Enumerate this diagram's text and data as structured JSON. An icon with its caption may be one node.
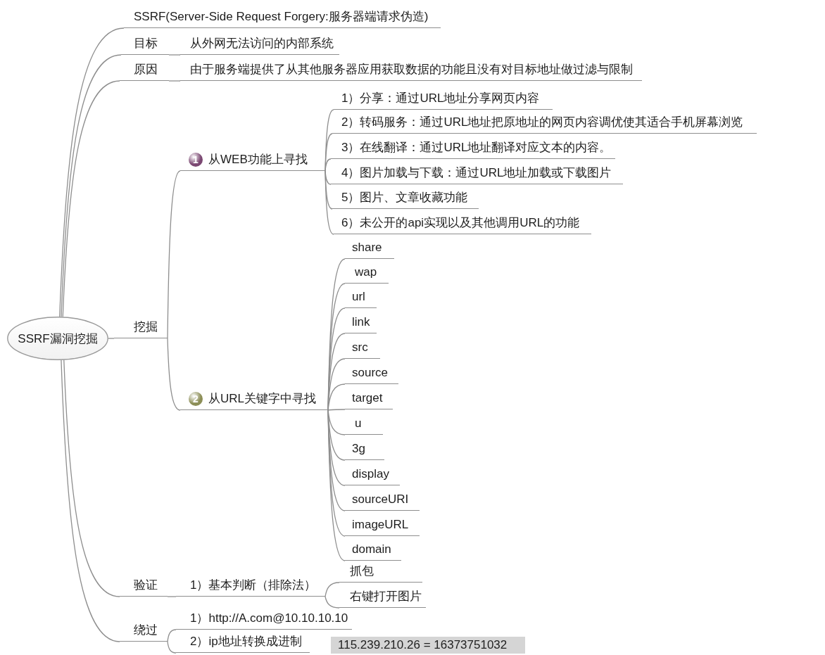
{
  "diagram": {
    "nodes": [
      {
        "text": [
          "SSRF漏洞挖掘"
        ]
      },
      {
        "text": [
          "SSRF(Server-Side Request Forgery:服务器端请求伪造)"
        ]
      },
      {
        "text": [
          "目标"
        ]
      },
      {
        "text": [
          "从外网无法访问的内部系统"
        ]
      },
      {
        "text": [
          "原因"
        ]
      },
      {
        "text": [
          "由于服务端提供了从其他服务器应用获取数据的功能且没有对目标地址做过滤与限制"
        ]
      },
      {
        "text": [
          "挖掘"
        ]
      },
      {
        "text": [
          "1",
          "从WEB功能上寻找"
        ]
      },
      {
        "text": [
          "1）分享：通过URL地址分享网页内容"
        ]
      },
      {
        "text": [
          "2）转码服务：通过URL地址把原地址的网页内容调优使其适合手机屏幕浏览"
        ]
      },
      {
        "text": [
          "3）在线翻译：通过URL地址翻译对应文本的内容。"
        ]
      },
      {
        "text": [
          "4）图片加载与下载：通过URL地址加载或下载图片"
        ]
      },
      {
        "text": [
          "5）图片、文章收藏功能"
        ]
      },
      {
        "text": [
          "6）未公开的api实现以及其他调用URL的功能"
        ]
      },
      {
        "text": [
          "2",
          "从URL关键字中寻找"
        ]
      },
      {
        "text": [
          "share"
        ]
      },
      {
        "text": [
          "wap"
        ]
      },
      {
        "text": [
          "url"
        ]
      },
      {
        "text": [
          "link"
        ]
      },
      {
        "text": [
          "src"
        ]
      },
      {
        "text": [
          "source"
        ]
      },
      {
        "text": [
          "target"
        ]
      },
      {
        "text": [
          "u"
        ]
      },
      {
        "text": [
          "3g"
        ]
      },
      {
        "text": [
          "display"
        ]
      },
      {
        "text": [
          "sourceURI"
        ]
      },
      {
        "text": [
          "imageURL"
        ]
      },
      {
        "text": [
          "domain"
        ]
      },
      {
        "text": [
          "验证"
        ]
      },
      {
        "text": [
          "1）基本判断（排除法）"
        ]
      },
      {
        "text": [
          "抓包"
        ]
      },
      {
        "text": [
          "右键打开图片"
        ]
      },
      {
        "text": [
          "绕过"
        ]
      },
      {
        "text": [
          "1）http://A.com@10.10.10.10"
        ]
      },
      {
        "text": [
          "2）ip地址转换成进制"
        ]
      },
      {
        "text": [
          "115.239.210.26 = 16373751032"
        ]
      }
    ],
    "edges": [
      {
        "from": 0,
        "to": 1,
        "arrow": "none"
      },
      {
        "from": 0,
        "to": 2,
        "arrow": "none"
      },
      {
        "from": 2,
        "to": 3,
        "arrow": "none"
      },
      {
        "from": 0,
        "to": 4,
        "arrow": "none"
      },
      {
        "from": 4,
        "to": 5,
        "arrow": "none"
      },
      {
        "from": 0,
        "to": 6,
        "arrow": "none"
      },
      {
        "from": 6,
        "to": 7,
        "arrow": "none"
      },
      {
        "from": 7,
        "to": 8,
        "arrow": "none"
      },
      {
        "from": 7,
        "to": 9,
        "arrow": "none"
      },
      {
        "from": 7,
        "to": 10,
        "arrow": "none"
      },
      {
        "from": 7,
        "to": 11,
        "arrow": "none"
      },
      {
        "from": 7,
        "to": 12,
        "arrow": "none"
      },
      {
        "from": 7,
        "to": 13,
        "arrow": "none"
      },
      {
        "from": 6,
        "to": 14,
        "arrow": "none"
      },
      {
        "from": 14,
        "to": 15,
        "arrow": "none"
      },
      {
        "from": 14,
        "to": 16,
        "arrow": "none"
      },
      {
        "from": 14,
        "to": 17,
        "arrow": "none"
      },
      {
        "from": 14,
        "to": 18,
        "arrow": "none"
      },
      {
        "from": 14,
        "to": 19,
        "arrow": "none"
      },
      {
        "from": 14,
        "to": 20,
        "arrow": "none"
      },
      {
        "from": 14,
        "to": 21,
        "arrow": "none"
      },
      {
        "from": 14,
        "to": 22,
        "arrow": "none"
      },
      {
        "from": 14,
        "to": 23,
        "arrow": "none"
      },
      {
        "from": 14,
        "to": 24,
        "arrow": "none"
      },
      {
        "from": 14,
        "to": 25,
        "arrow": "none"
      },
      {
        "from": 14,
        "to": 26,
        "arrow": "none"
      },
      {
        "from": 14,
        "to": 27,
        "arrow": "none"
      },
      {
        "from": 0,
        "to": 28,
        "arrow": "none"
      },
      {
        "from": 28,
        "to": 29,
        "arrow": "none"
      },
      {
        "from": 29,
        "to": 30,
        "arrow": "none"
      },
      {
        "from": 29,
        "to": 31,
        "arrow": "none"
      },
      {
        "from": 0,
        "to": 32,
        "arrow": "none"
      },
      {
        "from": 32,
        "to": 33,
        "arrow": "none"
      },
      {
        "from": 32,
        "to": 34,
        "arrow": "none"
      }
    ]
  }
}
